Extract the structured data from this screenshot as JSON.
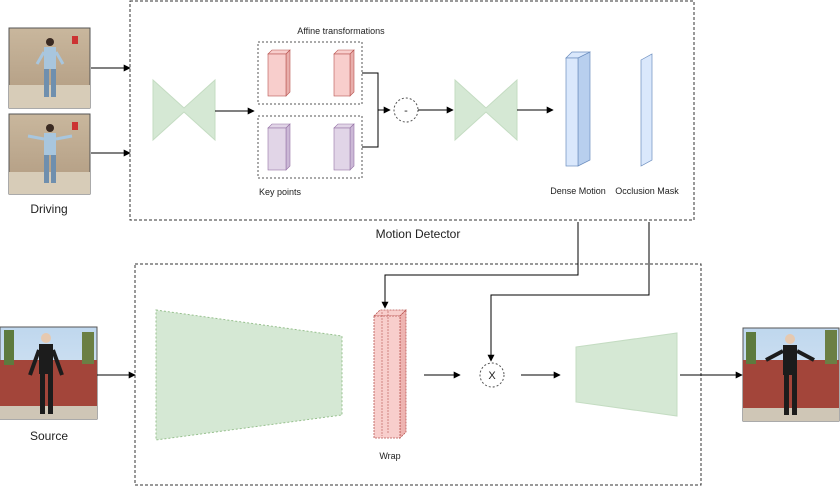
{
  "labels": {
    "driving": "Driving",
    "source": "Source",
    "affine": "Affine transformations",
    "key_points": "Key points",
    "dense_motion": "Dense Motion",
    "occlusion_mask": "Occlusion Mask",
    "motion_detector": "Motion Detector",
    "wrap": "Wrap",
    "minus_op": "-",
    "multiply_op": "X"
  },
  "colors": {
    "green_fill": "#d5e8d4",
    "green_stroke": "#82b366",
    "red_fill": "#f8cecc",
    "red_stroke": "#b85450",
    "purple_fill": "#e1d5e7",
    "purple_stroke": "#9673a6",
    "blue_fill": "#dae8fc",
    "blue_stroke": "#6c8ebf"
  },
  "icons": {
    "driving_frames": "person-photo",
    "source_frame": "person-photo",
    "output_frame": "person-photo"
  }
}
